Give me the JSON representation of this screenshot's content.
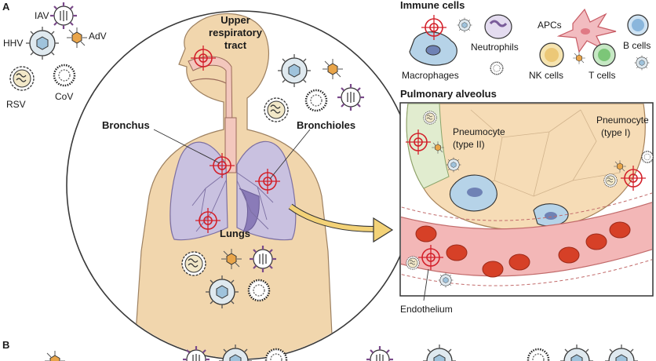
{
  "panels": {
    "a": "A",
    "b": "B"
  },
  "viruses": {
    "iav": "IAV",
    "hhv": "HHV",
    "adv": "AdV",
    "rsv": "RSV",
    "cov": "CoV"
  },
  "anatomy": {
    "upper_tract_line1": "Upper",
    "upper_tract_line2": "respiratory",
    "upper_tract_line3": "tract",
    "bronchus": "Bronchus",
    "bronchioles": "Bronchioles",
    "lungs": "Lungs"
  },
  "immune": {
    "title": "Immune cells",
    "macrophages": "Macrophages",
    "neutrophils": "Neutrophils",
    "apcs": "APCs",
    "b_cells": "B cells",
    "nk_cells": "NK cells",
    "t_cells": "T cells"
  },
  "alveolus": {
    "title": "Pulmonary alveolus",
    "pneumo2_line1": "Pneumocyte",
    "pneumo2_line2": "(type II)",
    "pneumo1_line1": "Pneumocyte",
    "pneumo1_line2": "(type I)",
    "endothelium": "Endothelium"
  },
  "colors": {
    "skin": "#f1d6ad",
    "lung": "#b4a9cf",
    "target": "#d3202a",
    "rbc": "#d64027",
    "vessel": "#f3b7b7",
    "alveolus": "#f6dcb6",
    "arrow": "#f3d277"
  }
}
